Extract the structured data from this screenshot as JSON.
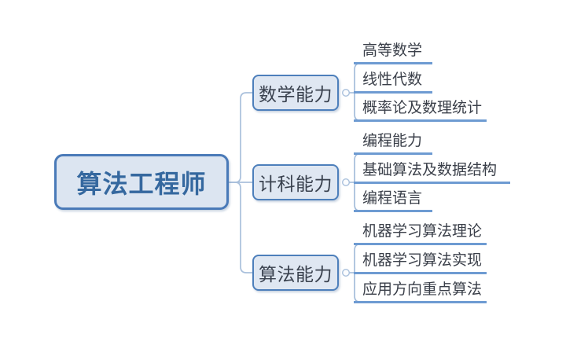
{
  "mindmap": {
    "root": {
      "label": "算法工程师"
    },
    "branches": [
      {
        "label": "数学能力",
        "children": [
          "高等数学",
          "线性代数",
          "概率论及数理统计"
        ]
      },
      {
        "label": "计科能力",
        "children": [
          "编程能力",
          "基础算法及数据结构",
          "编程语言"
        ]
      },
      {
        "label": "算法能力",
        "children": [
          "机器学习算法理论",
          "机器学习算法实现",
          "应用方向重点算法"
        ]
      }
    ]
  },
  "icons": {
    "collapse_toggle": "circle-toggle-icon"
  },
  "colors": {
    "node_border": "#4d7fbb",
    "node_fill": "#dfe7f2",
    "root_text": "#35689f",
    "topic_text": "#39414e",
    "leaf_text": "#3a3f49",
    "leaf_underline": "#6e9bd2",
    "connector": "#a9c0dc",
    "background": "#ffffff"
  }
}
